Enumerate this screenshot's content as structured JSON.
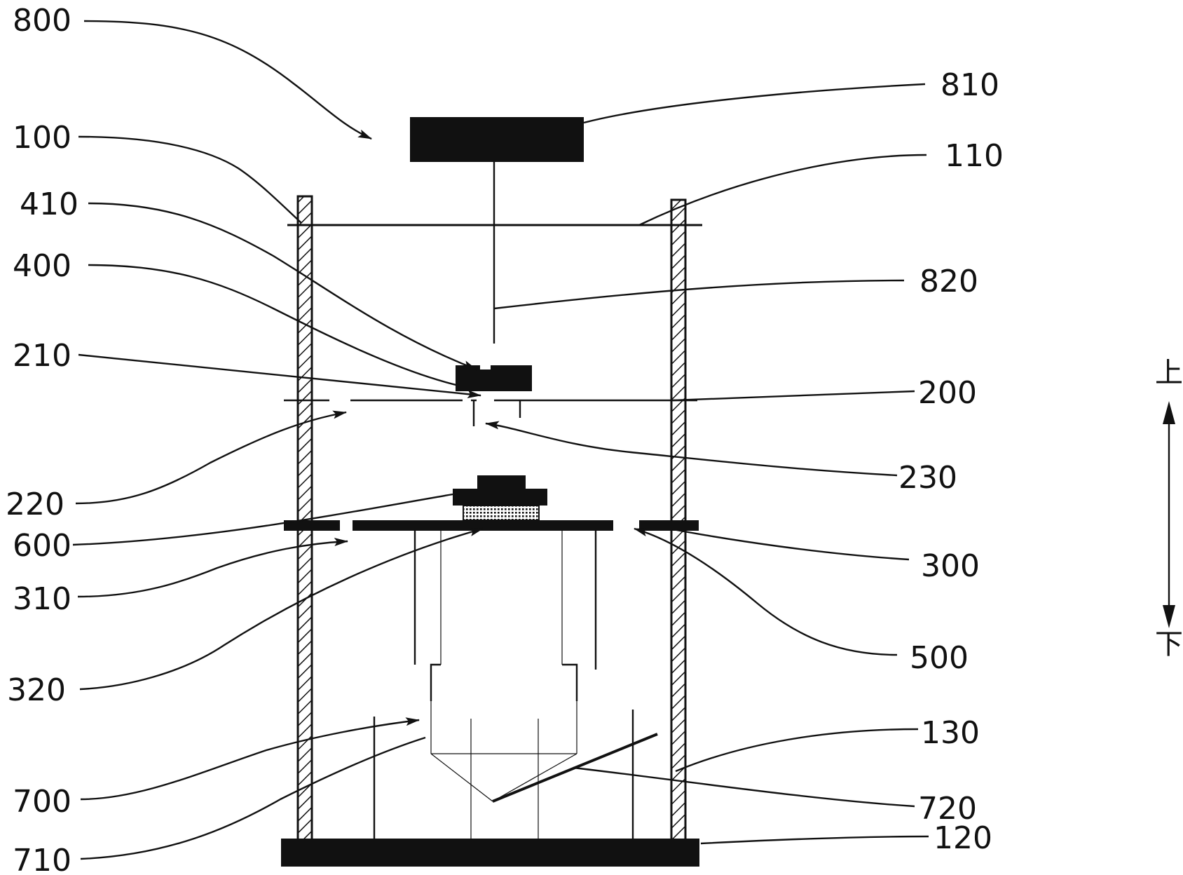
{
  "labels": {
    "l800": "800",
    "l810": "810",
    "l100": "100",
    "l110": "110",
    "l410": "410",
    "l400": "400",
    "l820": "820",
    "l210": "210",
    "l200": "200",
    "l220": "220",
    "l230": "230",
    "l600": "600",
    "l300": "300",
    "l310": "310",
    "l320": "320",
    "l500": "500",
    "l130": "130",
    "l700": "700",
    "l720": "720",
    "l710": "710",
    "l120": "120"
  },
  "direction": {
    "up": "上",
    "down": "下"
  }
}
